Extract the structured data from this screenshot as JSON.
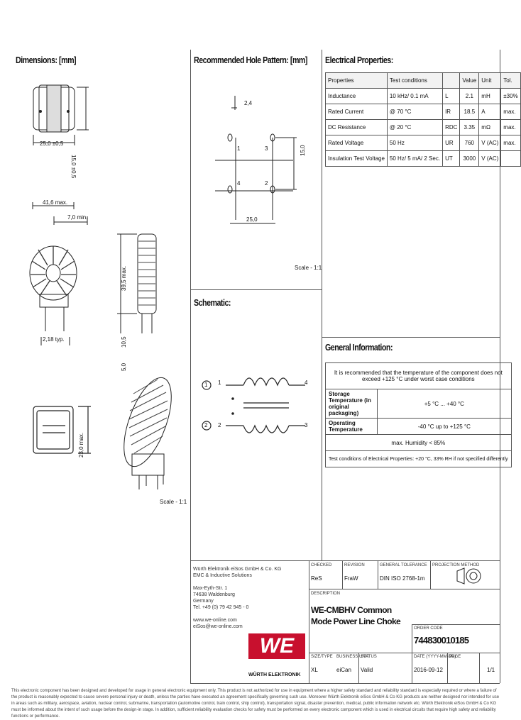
{
  "sections": {
    "dimensions": "Dimensions: [mm]",
    "hole_pattern": "Recommended Hole Pattern: [mm]",
    "electrical": "Electrical Properties:",
    "schematic": "Schematic:",
    "general": "General Information:"
  },
  "dimensions": {
    "d_25": "25,0 ±0,5",
    "d_15": "15,0 ±0,5",
    "d_416": "41,6 max.",
    "d_70": "7,0 min.",
    "d_395": "39,5 max.",
    "d_50": "5,0",
    "d_105": "10,5",
    "d_218": "2,18 typ.",
    "d_230": "23,0 max.",
    "scale": "Scale - 1:1"
  },
  "hole_pattern": {
    "d_24": "2,4",
    "d_150": "15,0",
    "d_250": "25,0",
    "pins": [
      "1",
      "2",
      "3",
      "4"
    ],
    "scale": "Scale - 1:1"
  },
  "electrical": {
    "headers": [
      "Properties",
      "Test conditions",
      "",
      "Value",
      "Unit",
      "Tol."
    ],
    "rows": [
      [
        "Inductance",
        "10 kHz/ 0.1 mA",
        "L",
        "2.1",
        "mH",
        "±30%"
      ],
      [
        "Rated Current",
        "@ 70 °C",
        "IR",
        "18.5",
        "A",
        "max."
      ],
      [
        "DC Resistance",
        "@ 20 °C",
        "RDC",
        "3.35",
        "mΩ",
        "max."
      ],
      [
        "Rated Voltage",
        "50 Hz",
        "UR",
        "760",
        "V (AC)",
        "max."
      ],
      [
        "Insulation Test Voltage",
        "50 Hz/ 5 mA/ 2 Sec.",
        "UT",
        "3000",
        "V (AC)",
        ""
      ]
    ]
  },
  "schematic": {
    "pins": [
      "1",
      "2",
      "3",
      "4"
    ],
    "circles": [
      "1",
      "2"
    ]
  },
  "general": {
    "note": "It is recommended that the temperature of the component does not exceed +125 °C under worst case conditions",
    "storage_label": "Storage Temperature (in original packaging)",
    "storage_value": "+5 °C ... +40 °C",
    "operating_label": "Operating Temperature",
    "operating_value": "-40 °C up to +125 °C",
    "humidity": "max. Humidity < 85%",
    "standard": "Test conditions of Electrical Properties: +20 °C, 33% RH if not specified differently"
  },
  "titleblock": {
    "company": [
      "Würth Elektronik eiSos GmbH & Co. KG",
      "EMC & Inductive Solutions",
      "",
      "Max-Eyth-Str. 1",
      "74638 Waldenburg",
      "Germany",
      "Tel. +49 (0) 79 42 945 - 0",
      "",
      "www.we-online.com",
      "eiSos@we-online.com"
    ],
    "h_created": "CHECKED",
    "v_created": "ReS",
    "h_rev": "REVISION",
    "v_rev": "FraW",
    "h_date": "DATE (YYYY-MM-DD)",
    "v_date": "2016-09-12",
    "h_general_tol": "GENERAL TOLERANCE",
    "v_general_tol": "DIN ISO 2768-1m",
    "h_proj": "PROJECTION METHOD",
    "h_desc": "DESCRIPTION",
    "description": "WE-CMBHV Common Mode Power Line Choke",
    "h_order": "ORDER CODE",
    "order_code": "744830010185",
    "h_size": "SIZE/TYPE",
    "v_size": "XL",
    "h_business": "BUSINESS UNIT",
    "v_business": "eiCan",
    "h_status": "STATUS",
    "v_status": "Valid",
    "h_page": "PAGE",
    "v_page": "1/1",
    "logo": "WE",
    "logo_sub": "WÜRTH ELEKTRONIK"
  },
  "footer": {
    "line1": "This electronic component has been designed and developed for usage in general electronic equipment only. This product is not authorized for use in equipment where a higher safety standard and reliability standard is especially required or where a failure of the product is reasonably expected to cause severe personal injury or death, unless the parties have executed an agreement specifically governing such use. Moreover Würth Elektronik eiSos GmbH & Co KG products are neither designed nor intended for use in areas such as military, aerospace, aviation, nuclear control, submarine, transportation (automotive control, train control, ship control), transportation signal, disaster prevention, medical, public information network etc.",
    "line2": "Würth Elektronik eiSos GmbH & Co KG must be informed about the intent of such usage before the design-in stage. In addition, sufficient reliability evaluation checks for safety must be performed on every electronic component which is used in electrical circuits that require high safety and reliability functions or performance."
  }
}
